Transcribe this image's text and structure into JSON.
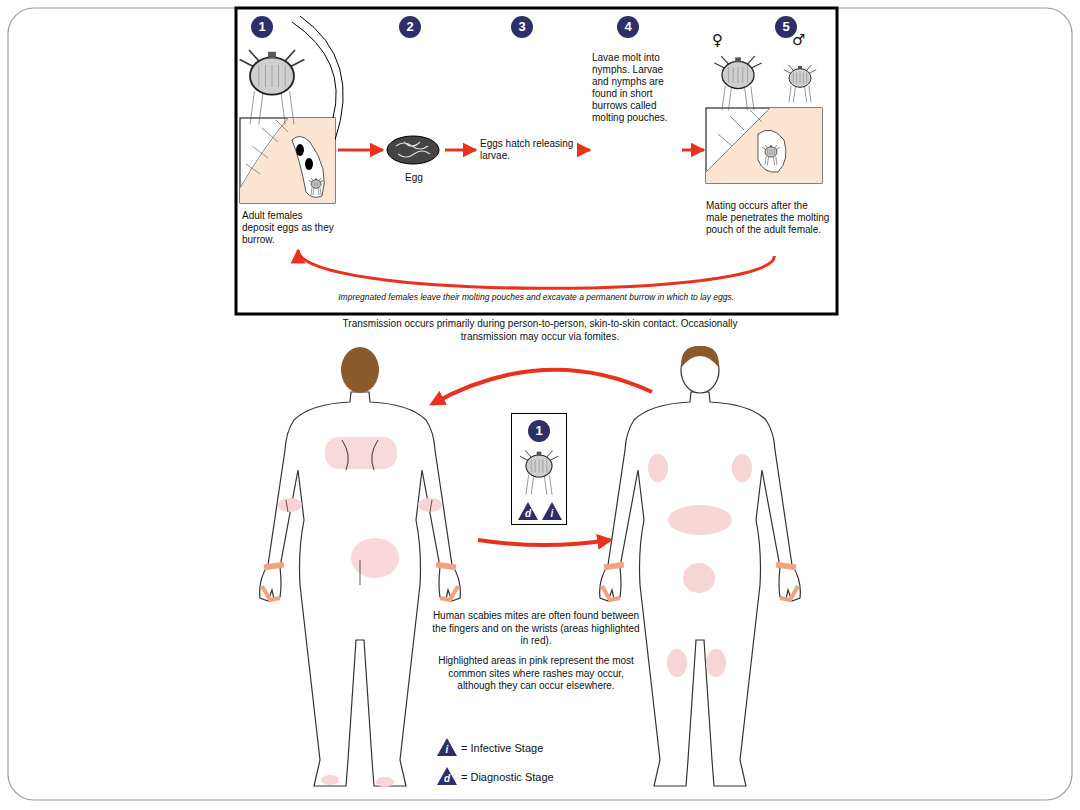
{
  "diagram": {
    "nodes": [
      {
        "text": [
          "1",
          "Adult females deposit eggs as they burrow."
        ]
      },
      {
        "text": [
          "2",
          "Egg"
        ]
      },
      {
        "text": [
          "3",
          "Eggs hatch releasing larvae."
        ]
      },
      {
        "text": [
          "4",
          "Lavae molt into nymphs. Larvae and nymphs are found in short burrows called molting pouches."
        ]
      },
      {
        "text": [
          "♀",
          "5",
          "♂",
          "Mating occurs after the male penetrates the molting pouch of the adult female."
        ]
      },
      {
        "text": [
          "1",
          "d",
          "i"
        ]
      }
    ],
    "edges": [
      {
        "from": 0,
        "to": 1,
        "arrow": "to"
      },
      {
        "from": 1,
        "to": 2,
        "arrow": "to"
      },
      {
        "from": 2,
        "to": 3,
        "arrow": "to"
      },
      {
        "from": 3,
        "to": 4,
        "arrow": "to"
      },
      {
        "from": 4,
        "to": 0,
        "label": "Impregnated females leave their molting pouches and excavate a permanent burrow in which to lay eggs.",
        "arrow": "to"
      }
    ],
    "labels": [
      "Transmission occurs primarily during person-to-person, skin-to-skin contact. Occasionally transmission may occur via fomites.",
      "Human scabies mites are often found between the fingers and on the wrists (areas highlighted in red).",
      "Highlighted areas in pink represent the most common sites where rashes may occur, although they can occur elsewhere.",
      "i",
      "d"
    ],
    "legend": [
      {
        "text": "= Infective Stage"
      },
      {
        "text": "= Diagnostic Stage"
      }
    ]
  }
}
